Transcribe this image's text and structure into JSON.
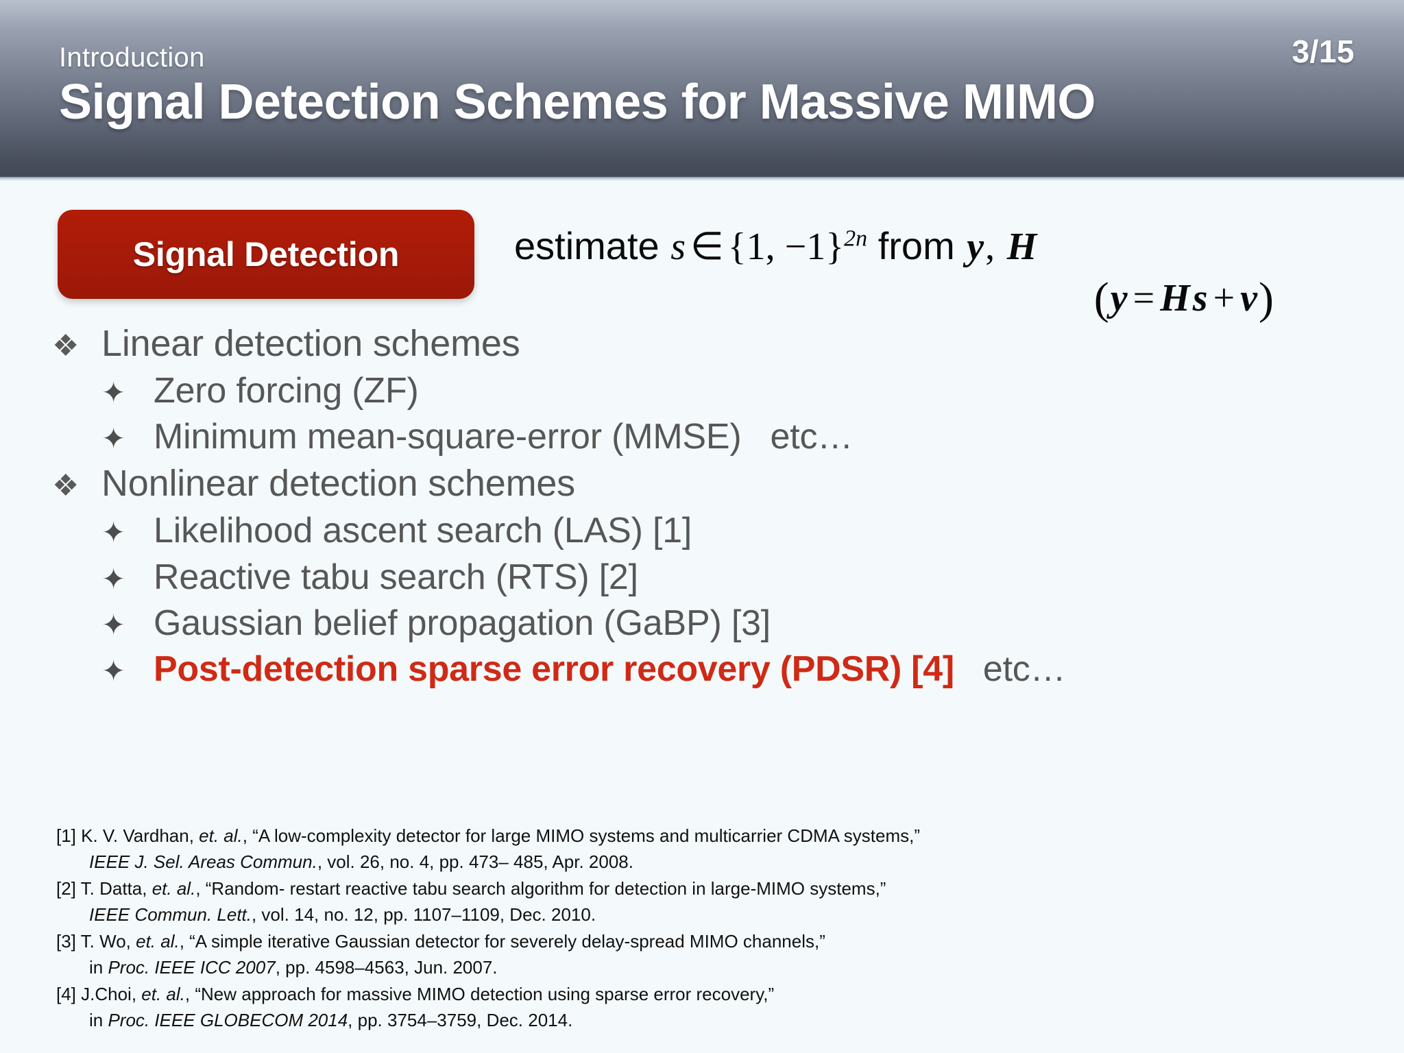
{
  "header": {
    "eyebrow": "Introduction",
    "title": "Signal Detection Schemes for Massive MIMO",
    "page_number": "3/15",
    "gradient_top": "#b9c0cc",
    "gradient_bottom": "#434956"
  },
  "callout": {
    "label": "Signal Detection",
    "background": "#a81b09",
    "text_color": "#ffffff"
  },
  "formula": {
    "line1": {
      "lead": "estimate",
      "var_s": "s",
      "op_in": "∈",
      "set_open": "{",
      "set_values": "1, −1",
      "set_close": "}",
      "exponent": "2n",
      "from": "from",
      "var_y": "y",
      "comma": ",",
      "var_H": "H"
    },
    "line2": {
      "open": "(",
      "var_y": "y",
      "eq": "=",
      "var_H": "H",
      "var_s": "s",
      "plus": "+",
      "var_v": "v",
      "close": ")"
    }
  },
  "bullets": {
    "marker_level1": "❖",
    "marker_level2": "✦",
    "items": [
      {
        "level": 1,
        "text": "Linear detection schemes",
        "etc": "",
        "highlight": false
      },
      {
        "level": 2,
        "text": "Zero forcing (ZF)",
        "etc": "",
        "highlight": false
      },
      {
        "level": 2,
        "text": "Minimum mean-square-error (MMSE)",
        "etc": "etc…",
        "highlight": false
      },
      {
        "level": 1,
        "text": "Nonlinear detection schemes",
        "etc": "",
        "highlight": false
      },
      {
        "level": 2,
        "text": "Likelihood ascent search (LAS) [1]",
        "etc": "",
        "highlight": false
      },
      {
        "level": 2,
        "text": "Reactive tabu search (RTS) [2]",
        "etc": "",
        "highlight": false
      },
      {
        "level": 2,
        "text": "Gaussian belief propagation (GaBP) [3]",
        "etc": "",
        "highlight": false
      },
      {
        "level": 2,
        "text": "Post-detection sparse error recovery (PDSR) [4]",
        "etc": "etc…",
        "highlight": true
      }
    ],
    "highlight_color": "#cf2a16",
    "text_color": "#575757"
  },
  "references": [
    {
      "tag": "[1]",
      "line1_plain_a": "K. V. Vardhan, ",
      "line1_italic": "et. al.",
      "line1_plain_b": ", “A low-complexity detector for large MIMO systems and multicarrier CDMA systems,”",
      "line2_italic": "IEEE J. Sel. Areas Commun.",
      "line2_plain": ", vol. 26, no. 4, pp. 473– 485, Apr. 2008."
    },
    {
      "tag": "[2]",
      "line1_plain_a": "T. Datta, ",
      "line1_italic": "et. al.",
      "line1_plain_b": ", “Random- restart reactive tabu search algorithm for detection in large-MIMO systems,”",
      "line2_italic": "IEEE Commun. Lett.",
      "line2_plain": ", vol. 14, no. 12, pp. 1107–1109, Dec. 2010."
    },
    {
      "tag": "[3]",
      "line1_plain_a": "T. Wo, ",
      "line1_italic": "et. al.",
      "line1_plain_b": ", “A simple iterative Gaussian detector for severely delay-spread MIMO channels,”",
      "line2_prefix": "in ",
      "line2_italic": "Proc. IEEE ICC 2007",
      "line2_plain": ", pp. 4598–4563, Jun. 2007."
    },
    {
      "tag": "[4]",
      "line1_plain_a": "J.Choi, ",
      "line1_italic": "et. al.",
      "line1_plain_b": ", “New approach for massive MIMO detection using sparse error recovery,”",
      "line2_prefix": "in ",
      "line2_italic": "Proc. IEEE GLOBECOM 2014",
      "line2_plain": ", pp. 3754–3759, Dec. 2014."
    }
  ]
}
